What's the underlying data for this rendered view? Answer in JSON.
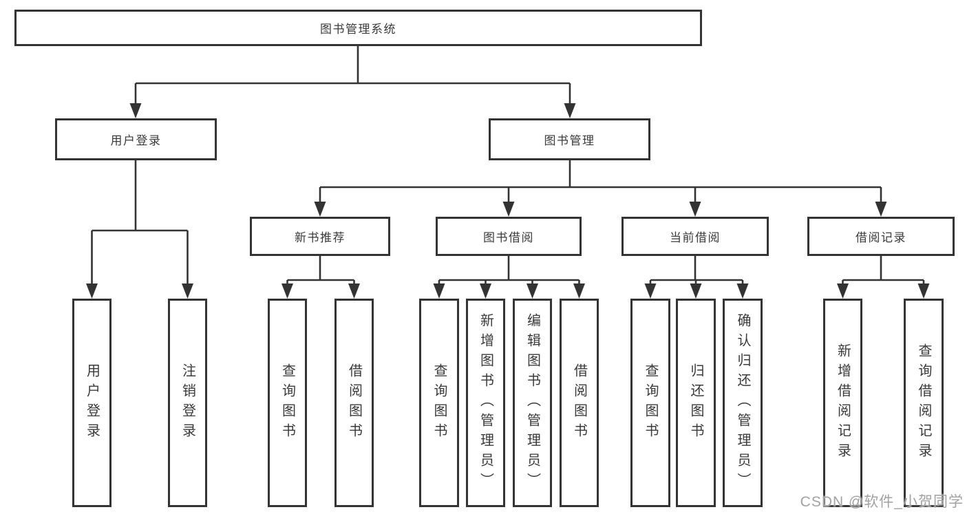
{
  "diagram": {
    "type": "hierarchy-tree",
    "title": "图书管理系统",
    "watermark": "CSDN @软件_小贺同学",
    "colors": {
      "line": "#333333",
      "box_border": "#333333",
      "text": "#3a3a3a",
      "background": "#ffffff",
      "watermark": "#949494"
    },
    "root": {
      "id": "root",
      "label": "图书管理系统",
      "children": [
        {
          "id": "user-login",
          "label": "用户登录",
          "children": [
            {
              "id": "user-login-leaf",
              "label": "用户登录"
            },
            {
              "id": "logout-leaf",
              "label": "注销登录"
            }
          ]
        },
        {
          "id": "book-management",
          "label": "图书管理",
          "children": [
            {
              "id": "new-book-recommend",
              "label": "新书推荐",
              "children": [
                {
                  "id": "nbr-query-books",
                  "label": "查询图书"
                },
                {
                  "id": "nbr-borrow-books",
                  "label": "借阅图书"
                }
              ]
            },
            {
              "id": "book-borrowing",
              "label": "图书借阅",
              "children": [
                {
                  "id": "bb-query-books",
                  "label": "查询图书"
                },
                {
                  "id": "bb-add-books",
                  "label": "新增图书（管理员）"
                },
                {
                  "id": "bb-edit-books",
                  "label": "编辑图书（管理员）"
                },
                {
                  "id": "bb-borrow-books",
                  "label": "借阅图书"
                }
              ]
            },
            {
              "id": "current-borrowing",
              "label": "当前借阅",
              "children": [
                {
                  "id": "cb-query-books",
                  "label": "查询图书"
                },
                {
                  "id": "cb-return-books",
                  "label": "归还图书"
                },
                {
                  "id": "cb-confirm-return",
                  "label": "确认归还（管理员）"
                }
              ]
            },
            {
              "id": "borrow-records",
              "label": "借阅记录",
              "children": [
                {
                  "id": "br-add-record",
                  "label": "新增借阅记录"
                },
                {
                  "id": "br-query-record",
                  "label": "查询借阅记录"
                }
              ]
            }
          ]
        }
      ]
    }
  }
}
